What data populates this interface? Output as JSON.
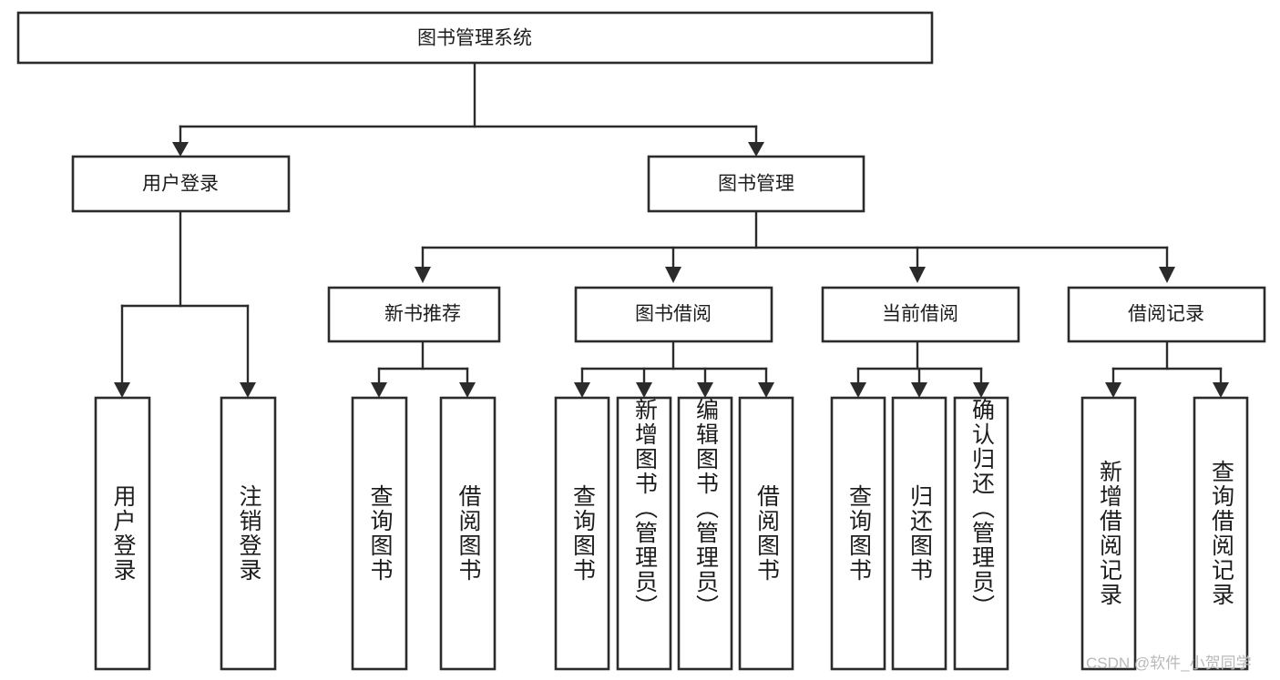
{
  "diagram": {
    "title": "图书管理系统",
    "type": "tree-hierarchy",
    "root": {
      "label": "图书管理系统",
      "orientation": "horizontal"
    },
    "level2": [
      {
        "label": "用户登录",
        "orientation": "horizontal"
      },
      {
        "label": "图书管理",
        "orientation": "horizontal"
      }
    ],
    "level3": [
      {
        "label": "新书推荐",
        "orientation": "horizontal"
      },
      {
        "label": "图书借阅",
        "orientation": "horizontal"
      },
      {
        "label": "当前借阅",
        "orientation": "horizontal"
      },
      {
        "label": "借阅记录",
        "orientation": "horizontal"
      }
    ],
    "leaves": {
      "user_login": [
        {
          "label": "用户登录",
          "orientation": "vertical"
        },
        {
          "label": "注销登录",
          "orientation": "vertical"
        }
      ],
      "new_book_recommend": [
        {
          "label": "查询图书",
          "orientation": "vertical"
        },
        {
          "label": "借阅图书",
          "orientation": "vertical"
        }
      ],
      "book_borrow": [
        {
          "label": "查询图书",
          "orientation": "vertical"
        },
        {
          "label": "新增图书（管理员）",
          "orientation": "vertical"
        },
        {
          "label": "编辑图书（管理员）",
          "orientation": "vertical"
        },
        {
          "label": "借阅图书",
          "orientation": "vertical"
        }
      ],
      "current_borrow": [
        {
          "label": "查询图书",
          "orientation": "vertical"
        },
        {
          "label": "归还图书",
          "orientation": "vertical"
        },
        {
          "label": "确认归还（管理员）",
          "orientation": "vertical"
        }
      ],
      "borrow_records": [
        {
          "label": "新增借阅记录",
          "orientation": "vertical"
        },
        {
          "label": "查询借阅记录",
          "orientation": "vertical"
        }
      ]
    },
    "colors": {
      "stroke": "#2b2b2b",
      "fill": "#ffffff",
      "text": "#1c1c1c",
      "watermark": "#b9b9b9"
    }
  },
  "watermark": {
    "text": "CSDN @软件_小贺同学"
  }
}
